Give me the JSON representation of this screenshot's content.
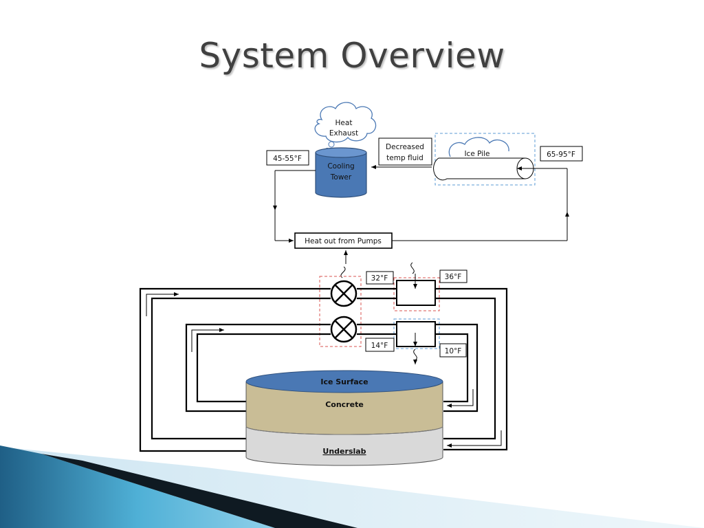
{
  "slide": {
    "title": "System Overview"
  },
  "diagram": {
    "heat_exhaust": [
      "Heat",
      "Exhaust"
    ],
    "cooling_tower": [
      "Cooling",
      "Tower"
    ],
    "decreased_fluid": [
      "Decreased",
      "temp fluid"
    ],
    "ice_pile": "Ice Pile",
    "temp_in": "65-95°F",
    "temp_out": "45-55°F",
    "pumps": "Heat out from Pumps",
    "temp_32": "32°F",
    "temp_36": "36°F",
    "temp_14": "14°F",
    "temp_10": "10°F",
    "ice_surface": "Ice Surface",
    "concrete": "Concrete",
    "underslab": "Underslab"
  },
  "colors": {
    "accent_blue": "#4a78b4",
    "concrete": "#c9bd96",
    "underslab": "#d9d9d9",
    "dashed_red": "#d9534f",
    "dashed_blue": "#5b9bd5"
  }
}
